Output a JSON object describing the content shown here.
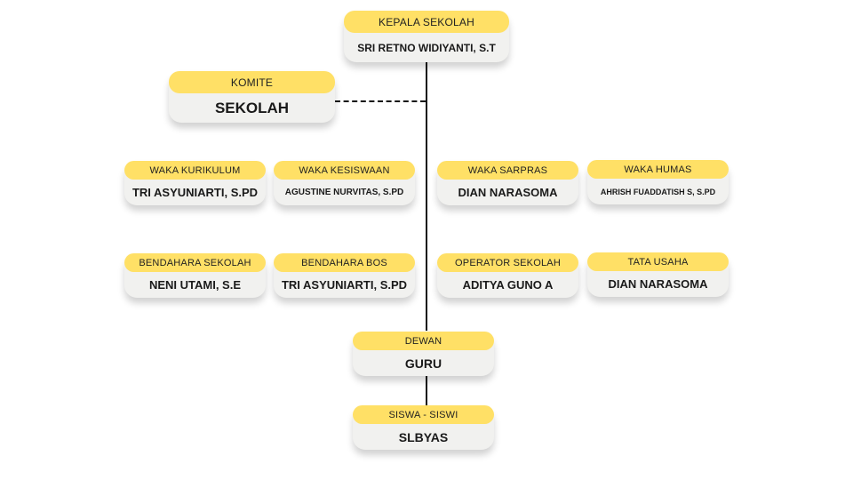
{
  "colors": {
    "role_bar": "#ffe066",
    "card": "#f1f1ef",
    "line": "#111111"
  },
  "nodes": {
    "kepala": {
      "role": "KEPALA SEKOLAH",
      "name": "SRI RETNO WIDIYANTI, S.T"
    },
    "komite": {
      "role": "KOMITE",
      "name": "SEKOLAH"
    },
    "waka_kurikulum": {
      "role": "WAKA KURIKULUM",
      "name": "TRI ASYUNIARTI, S.PD"
    },
    "waka_kesiswaan": {
      "role": "WAKA KESISWAAN",
      "name": "AGUSTINE NURVITAS, S.PD"
    },
    "waka_sarpras": {
      "role": "WAKA SARPRAS",
      "name": "DIAN NARASOMA"
    },
    "waka_humas": {
      "role": "WAKA HUMAS",
      "name": "AHRISH FUADDATISH S, S.PD"
    },
    "bendahara_sekolah": {
      "role": "BENDAHARA SEKOLAH",
      "name": "NENI UTAMI, S.E"
    },
    "bendahara_bos": {
      "role": "BENDAHARA BOS",
      "name": "TRI ASYUNIARTI, S.PD"
    },
    "operator_sekolah": {
      "role": "OPERATOR SEKOLAH",
      "name": "ADITYA GUNO A"
    },
    "tata_usaha": {
      "role": "TATA USAHA",
      "name": "DIAN NARASOMA"
    },
    "dewan_guru": {
      "role": "DEWAN",
      "name": "GURU"
    },
    "siswa": {
      "role": "SISWA - SISWI",
      "name": "SLBYAS"
    }
  }
}
